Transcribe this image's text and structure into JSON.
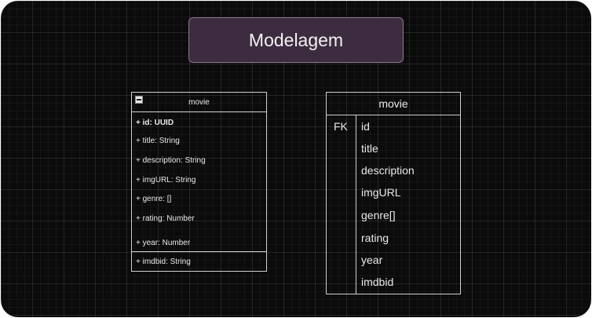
{
  "title": "Modelagem",
  "uml_class": {
    "name": "movie",
    "attributes": [
      {
        "label": "+ id: UUID",
        "bold": true
      },
      {
        "label": "+ title: String",
        "bold": false
      },
      {
        "label": "+ description: String",
        "bold": false
      },
      {
        "label": "+ imgURL: String",
        "bold": false
      },
      {
        "label": "+ genre: []",
        "bold": false
      },
      {
        "label": "+ rating: Number",
        "bold": false
      },
      {
        "label": "+ year: Number",
        "bold": false
      },
      {
        "label": "+ imdbid: String",
        "bold": false
      }
    ]
  },
  "er_table": {
    "name": "movie",
    "rows": [
      {
        "key": "FK",
        "field": "id"
      },
      {
        "key": "",
        "field": "title"
      },
      {
        "key": "",
        "field": "description"
      },
      {
        "key": "",
        "field": "imgURL"
      },
      {
        "key": "",
        "field": "genre[]"
      },
      {
        "key": "",
        "field": "rating"
      },
      {
        "key": "",
        "field": "year"
      },
      {
        "key": "",
        "field": "imdbid"
      }
    ]
  }
}
